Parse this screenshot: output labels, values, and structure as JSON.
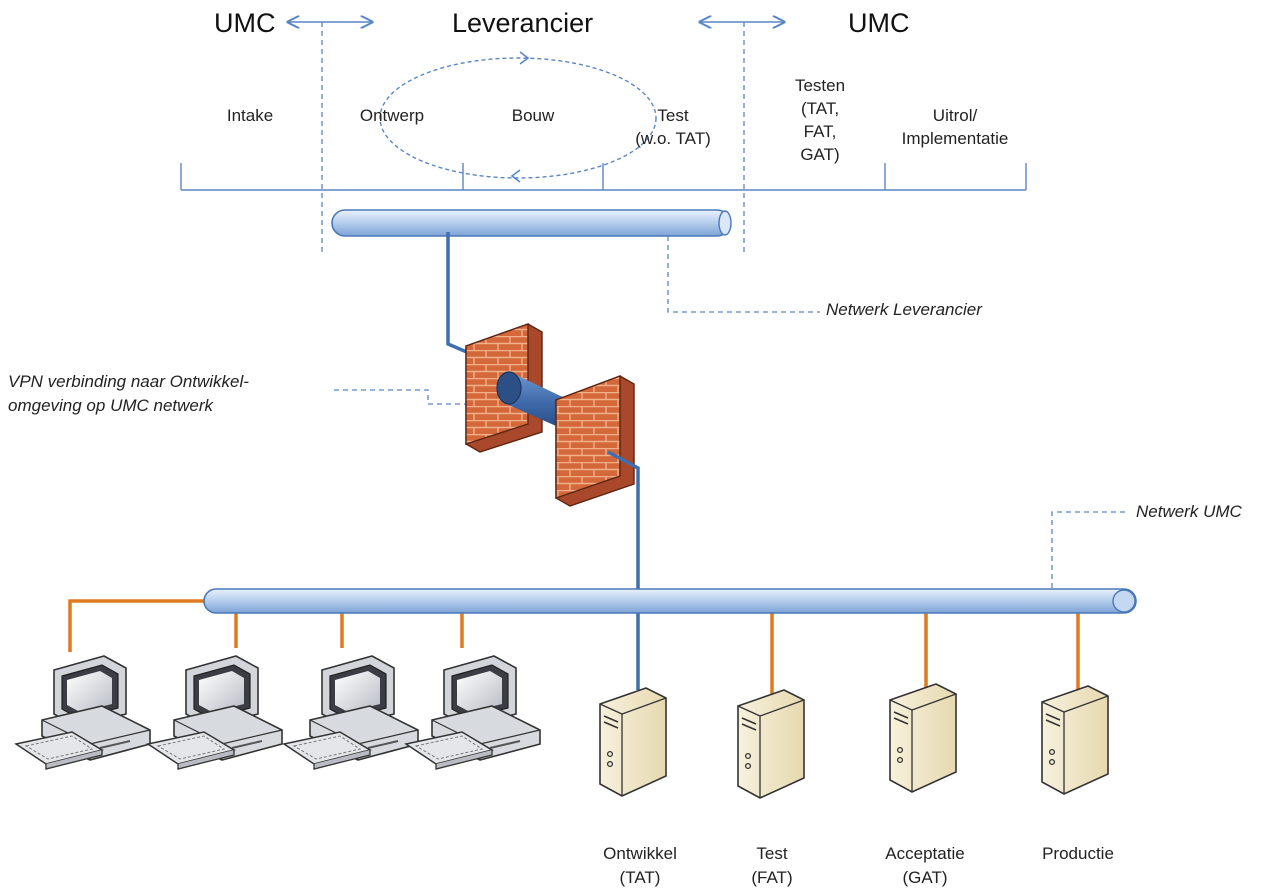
{
  "header": {
    "left_party": "UMC",
    "center_party": "Leverancier",
    "right_party": "UMC"
  },
  "phases": {
    "intake": "Intake",
    "ontwerp": "Ontwerp",
    "bouw": "Bouw",
    "test_line1": "Test",
    "test_line2": "(w.o. TAT)",
    "testen_line1": "Testen",
    "testen_line2": "(TAT,",
    "testen_line3": "FAT,",
    "testen_line4": "GAT)",
    "uitrol_line1": "Uitrol/",
    "uitrol_line2": "Implementatie"
  },
  "networks": {
    "supplier_label": "Netwerk Leverancier",
    "umc_label": "Netwerk UMC",
    "vpn_line1": "VPN verbinding naar Ontwikkel-",
    "vpn_line2": "omgeving op UMC netwerk"
  },
  "servers": [
    {
      "name": "Ontwikkel",
      "code": "(TAT)"
    },
    {
      "name": "Test",
      "code": "(FAT)"
    },
    {
      "name": "Acceptatie",
      "code": "(GAT)"
    },
    {
      "name": "Productie",
      "code": ""
    }
  ],
  "colors": {
    "pipe_fill": "#bcd2ee",
    "pipe_stroke": "#4a78b8",
    "vpn_link": "#3f6fb0",
    "lan_link": "#e07a1f",
    "brick": "#d4683a",
    "dashed_line": "#5a86c4"
  }
}
